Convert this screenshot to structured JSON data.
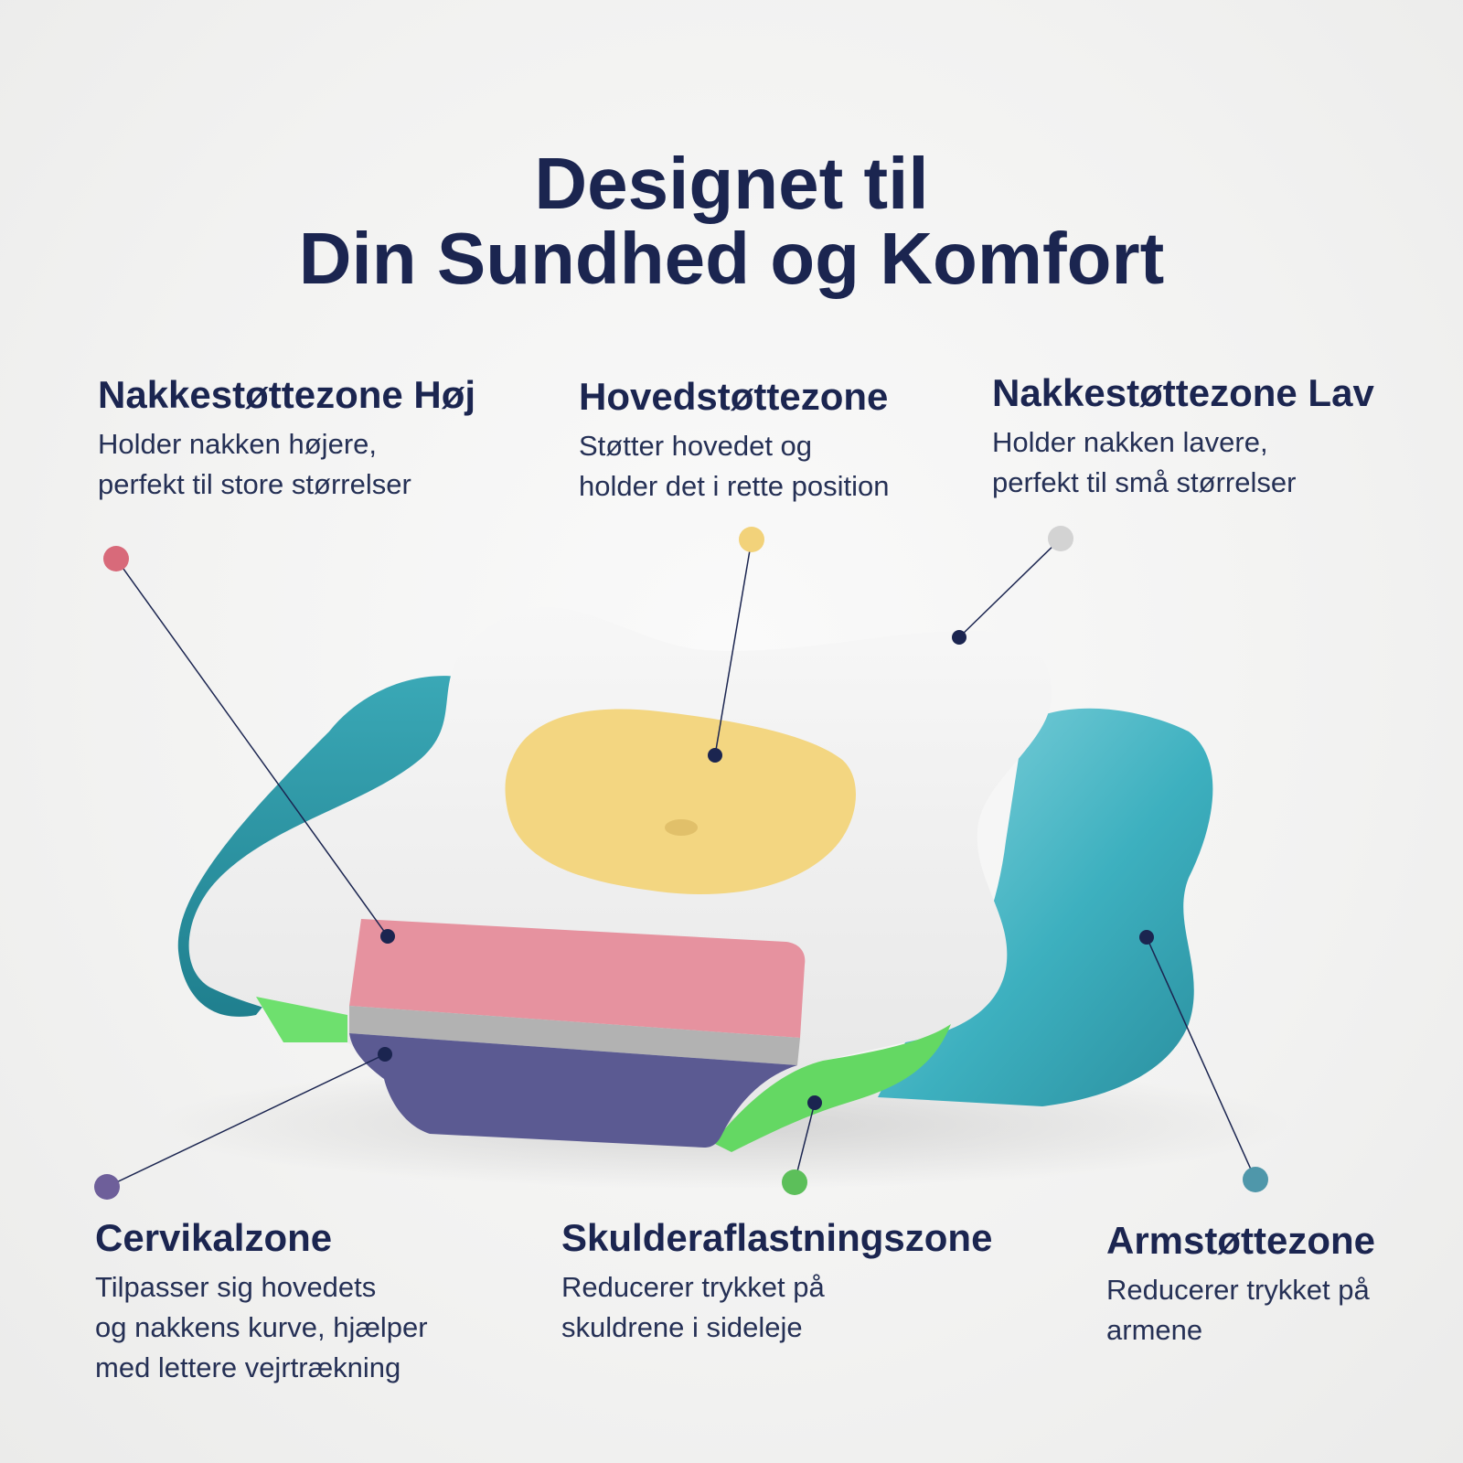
{
  "title": {
    "line1": "Designet til",
    "line2": "Din Sundhed og Komfort"
  },
  "zones": {
    "neck_high": {
      "name": "Nakkestøttezone Høj",
      "desc1": "Holder nakken højere,",
      "desc2": "perfekt til store størrelser",
      "color": "#d86a7a"
    },
    "head": {
      "name": "Hovedstøttezone",
      "desc1": "Støtter hovedet og",
      "desc2": "holder det i rette position",
      "color": "#f2d27a"
    },
    "neck_low": {
      "name": "Nakkestøttezone Lav",
      "desc1": "Holder nakken lavere,",
      "desc2": "perfekt til små størrelser",
      "color": "#d3d3d3"
    },
    "cervical": {
      "name": "Cervikalzone",
      "desc1": "Tilpasser sig hovedets",
      "desc2": "og nakkens kurve, hjælper",
      "desc3": "med lettere vejrtrækning",
      "color": "#6e5f9a"
    },
    "shoulder": {
      "name": "Skulderaflastningszone",
      "desc1": "Reducerer trykket på",
      "desc2": "skuldrene i sideleje",
      "color": "#5cbf5a"
    },
    "arm": {
      "name": "Armstøttezone",
      "desc1": "Reducerer trykket på",
      "desc2": "armene",
      "color": "#4f97aa"
    }
  },
  "colors": {
    "text": "#1b2550",
    "marker": "#1b2550",
    "pillow_body": "#f1f1f1",
    "pillow_side": "#3aaebd"
  }
}
